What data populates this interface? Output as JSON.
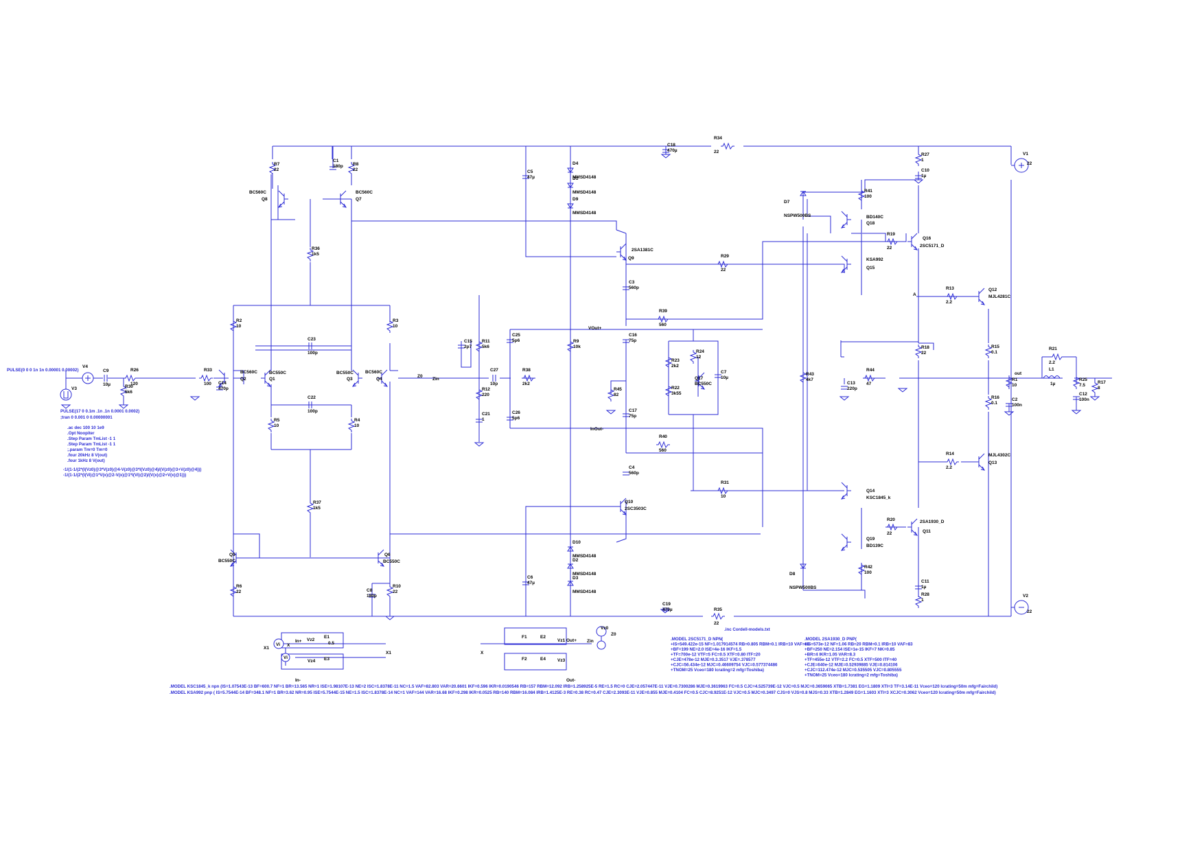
{
  "components": {
    "R7": {
      "ref": "R7",
      "val": "22"
    },
    "R8": {
      "ref": "R8",
      "val": "22"
    },
    "C1": {
      "ref": "C1",
      "val": "180p"
    },
    "Q8": {
      "ref": "Q8",
      "val": "BC560C"
    },
    "Q7": {
      "ref": "Q7",
      "val": "BC560C"
    },
    "R36": {
      "ref": "R36",
      "val": "1k5"
    },
    "R2": {
      "ref": "R2",
      "val": "10"
    },
    "R3": {
      "ref": "R3",
      "val": "10"
    },
    "C23": {
      "ref": "C23",
      "val": "100p"
    },
    "C22": {
      "ref": "C22",
      "val": "100p"
    },
    "Q2": {
      "ref": "Q2",
      "val": "BC560C"
    },
    "Q1": {
      "ref": "Q1",
      "val": "BC550C"
    },
    "Q3": {
      "ref": "Q3",
      "val": "BC550C"
    },
    "Q4": {
      "ref": "Q4",
      "val": "BC560C"
    },
    "R5": {
      "ref": "R5",
      "val": "10"
    },
    "R4": {
      "ref": "R4",
      "val": "10"
    },
    "R37": {
      "ref": "R37",
      "val": "1k5"
    },
    "Q5": {
      "ref": "Q5",
      "val": "BC550C"
    },
    "Q6": {
      "ref": "Q6",
      "val": "BC550C"
    },
    "R6": {
      "ref": "R6",
      "val": "22"
    },
    "R10": {
      "ref": "R10",
      "val": "22"
    },
    "C8": {
      "ref": "C8",
      "val": "180p"
    },
    "V4": {
      "ref": "V4",
      "val": ""
    },
    "V3": {
      "ref": "V3",
      "val": ""
    },
    "C9": {
      "ref": "C9",
      "val": "10µ"
    },
    "R26": {
      "ref": "R26",
      "val": "120"
    },
    "R30": {
      "ref": "R30",
      "val": "5k6"
    },
    "R33": {
      "ref": "R33",
      "val": "100"
    },
    "C14": {
      "ref": "C14",
      "val": "470p"
    },
    "C5": {
      "ref": "C5",
      "val": "47µ"
    },
    "C6": {
      "ref": "C6",
      "val": "47µ"
    },
    "C18": {
      "ref": "C18",
      "val": "470µ"
    },
    "C19": {
      "ref": "C19",
      "val": "470µ"
    },
    "R34": {
      "ref": "R34",
      "val": "22"
    },
    "R35": {
      "ref": "R35",
      "val": "22"
    },
    "D4": {
      "ref": "D4",
      "val": "MMSD4148"
    },
    "D1": {
      "ref": "D1",
      "val": "MMSD4148"
    },
    "D9": {
      "ref": "D9",
      "val": "MMSD4148"
    },
    "D10": {
      "ref": "D10",
      "val": "MMSD4148"
    },
    "D2": {
      "ref": "D2",
      "val": "MMSD4148"
    },
    "D3": {
      "ref": "D3",
      "val": "MMSD4148"
    },
    "Q9": {
      "ref": "Q9",
      "val": "2SA1381C"
    },
    "Q10": {
      "ref": "Q10",
      "val": "2SC3503C"
    },
    "C3": {
      "ref": "C3",
      "val": "560p"
    },
    "C4": {
      "ref": "C4",
      "val": "560p"
    },
    "R39": {
      "ref": "R39",
      "val": "560"
    },
    "R40": {
      "ref": "R40",
      "val": "560"
    },
    "C16": {
      "ref": "C16",
      "val": "75p"
    },
    "C17": {
      "ref": "C17",
      "val": "75p"
    },
    "R45": {
      "ref": "R45",
      "val": "82"
    },
    "R9": {
      "ref": "R9",
      "val": "10k"
    },
    "C15": {
      "ref": "C15",
      "val": "2p7"
    },
    "R11": {
      "ref": "R11",
      "val": "5k6"
    },
    "R12": {
      "ref": "R12",
      "val": "220"
    },
    "C21": {
      "ref": "C21",
      "val": "1"
    },
    "C25": {
      "ref": "C25",
      "val": "5p6"
    },
    "C26": {
      "ref": "C26",
      "val": "5p6"
    },
    "C27": {
      "ref": "C27",
      "val": "10p"
    },
    "R38": {
      "ref": "R38",
      "val": "2k2"
    },
    "R23": {
      "ref": "R23",
      "val": "2k2"
    },
    "R22": {
      "ref": "R22",
      "val": "3k55"
    },
    "R24": {
      "ref": "R24",
      "val": "12"
    },
    "Q17": {
      "ref": "Q17",
      "val": "BC550C"
    },
    "C7": {
      "ref": "C7",
      "val": "10µ"
    },
    "R29": {
      "ref": "R29",
      "val": "22"
    },
    "R31": {
      "ref": "R31",
      "val": "10"
    },
    "D7": {
      "ref": "D7",
      "val": "NSPW500BS"
    },
    "D8": {
      "ref": "D8",
      "val": "NSPW500BS"
    },
    "R43": {
      "ref": "R43",
      "val": "4k7"
    },
    "R41": {
      "ref": "R41",
      "val": "100"
    },
    "R42": {
      "ref": "R42",
      "val": "100"
    },
    "Q18": {
      "ref": "Q18",
      "val": "BD140C"
    },
    "Q19": {
      "ref": "Q19",
      "val": "BD139C"
    },
    "Q15": {
      "ref": "Q15",
      "val": "KSA992"
    },
    "Q14": {
      "ref": "Q14",
      "val": "KSC1845_k"
    },
    "R19": {
      "ref": "R19",
      "val": "22"
    },
    "R20": {
      "ref": "R20",
      "val": "22"
    },
    "Q16": {
      "ref": "Q16",
      "val": "2SC5171_D"
    },
    "Q11": {
      "ref": "Q11",
      "val": "2SA1930_D"
    },
    "R27": {
      "ref": "R27",
      "val": "1"
    },
    "R28": {
      "ref": "R28",
      "val": "1"
    },
    "C10": {
      "ref": "C10",
      "val": "1µ"
    },
    "C11": {
      "ref": "C11",
      "val": "1µ"
    },
    "R18": {
      "ref": "R18",
      "val": "22"
    },
    "R44": {
      "ref": "R44",
      "val": "47"
    },
    "C13": {
      "ref": "C13",
      "val": "220p"
    },
    "R13": {
      "ref": "R13",
      "val": "2.2"
    },
    "R14": {
      "ref": "R14",
      "val": "2.2"
    },
    "Q12": {
      "ref": "Q12",
      "val": "MJL4281C"
    },
    "Q13": {
      "ref": "Q13",
      "val": "MJL4302C"
    },
    "R15": {
      "ref": "R15",
      "val": "0.1"
    },
    "R16": {
      "ref": "R16",
      "val": "0.1"
    },
    "R1": {
      "ref": "R1",
      "val": "10"
    },
    "C2": {
      "ref": "C2",
      "val": "100n"
    },
    "R21": {
      "ref": "R21",
      "val": "2.2"
    },
    "L1": {
      "ref": "L1",
      "val": "1µ"
    },
    "R25": {
      "ref": "R25",
      "val": "7.5"
    },
    "C12": {
      "ref": "C12",
      "val": "100n"
    },
    "R17": {
      "ref": "R17",
      "val": "8"
    },
    "V1": {
      "ref": "V1",
      "val": "22"
    },
    "V2": {
      "ref": "V2",
      "val": "22"
    }
  },
  "nets": {
    "zin": "Zin",
    "z0": "Z0",
    "out": "out",
    "a": "A",
    "vout_plus": "VOut+",
    "in_out": "InOut-",
    "vi": "Vi",
    "vz0": "Vz0",
    "z0_src": "Z0",
    "zin_src": "Zin",
    "x1_left": "X1",
    "x_left": "X",
    "x1_right": "X1",
    "x_right": "X",
    "in_plus": "In+",
    "in_minus": "In-",
    "out_plus": "Out+",
    "out_minus": "Out-",
    "vz1": "Vz1",
    "vz2": "Vz2",
    "vz3": "Vz3",
    "vz4": "Vz4",
    "vi_src": "Vi",
    "vi2": "Vi",
    "v_e1": "E1",
    "v_e2": "E2",
    "v_e3": "E3",
    "v_e4": "E4",
    "f1": "F1",
    "f2": "F2",
    "e_gain": "0.5"
  },
  "directives": {
    "pulse_v4": "PULSE(0 0 0 1n 1n 0.00001 0.00002)",
    "pulse_v3_1": "PULSE(17 0 0.1m .1n .1n 0.0001 0.0002)",
    "pulse_v3_2": ";tran 0 0.001 0 0.00000001",
    "ac": ".ac dec 100 10 1e9",
    "opt": ".Opt Noopiter",
    "step1": ".Step Param TmList -1 1",
    "step2": ".Step Param TmList -1 1",
    "param": ";.param Tm=0 Tm=0",
    "four1": ".four 20kHz 8 V(out)",
    "four2": ".four 1kHz 8 V(out)",
    "meas1": "-1/(1-1/(2*(I(Vz0)@3*V(z0)@4-V(z0)@3*I(Vz0)@4)/(V(z0)@3+V(z0)@4)))",
    "meas2": "-1/(1-1/(2*(I(Vi)@1*V(x)@2-V(x)@1*I(Vi)@2)/(V(x)@2+V(x)@1)))",
    "inc": ".inc Cordell-models.txt",
    "model_npn": [
      ".MODEL 2SC5171_D NPN(",
      "+IS=549.422e-15 NF=1.017914574 RB=0.805 RBM=0.1 IRB=10 VAF=83",
      "+BF=199 NE=2.0 ISE=4e-16 IKF=1.5",
      "+TF=700e-12 VTF=5 FC=0.5 XTF=0.80 ITF=20",
      "+CJE=478e-12 MJE=0.3.3517 VJE=.378577",
      "+CJC=56.434e-12 MJC=0.46609754 VJC=0.577374486",
      "+TNOM=25 Vceo=180 Icrating=2 mfg=Toshiba)"
    ],
    "model_pnp": [
      ".MODEL 2SA1930_D PNP(",
      "+IS=573e-12 NF=1.06 RB=20 RBM=0.1 IRB=10 VAF=83",
      "+BF=250 NE=2.154 ISE=1e-15 IKF=7 NK=0.85",
      "+BR=4 IKR=1.05 VAR=8.3",
      "+TF=455e-12 VTF=2.2 FC=0.5 XTF=500 ITF=40",
      "+CJE=640e-12 MJE=0.52939885 VJE=0.814106",
      "+CJC=112.474e-12 MJC=0.535505 VJC=0.805555",
      "+TNOM=25 Vceo=180 Icrating=2 mfg=Toshiba)"
    ],
    "model_ksc": ".MODEL KSC1845_k npn (IS=1.07543E-13 BF=600.7 NF=1 BR=13.565 NR=1 ISE=1.98107E-13 NE=2 ISC=1.8378E-11 NC=1.5 VAF=82.803 VAR=20.6601 IKF=0.596 IKR=0.0190546 RB=157 RBM=12.092 IRB=1.258925E-5 RE=1.5 RC=0 CJE=2.057447E-11 VJE=0.7300286 MJE=0.3619963 FC=0.5 CJC=4.525739E-12 VJC=0.5 MJC=0.3659065 XTB=1.7381 EG=1.1809 XTI=3 TF=3.14E-11 Vceo=120 Icrating=50m mfg=Fairchild)",
    "model_ksa": ".MODEL KSA992 pnp ( IS=5.7544E-14 BF=348.1 NF=1 BR=3.62 NR=0.95 ISE=5.7544E-15 NE=1.5 ISC=1.8378E-14 NC=1 VAF=144 VAR=16.68 IKF=0.298 IKR=0.0525 RB=140 RBM=16.084 IRB=1.4125E-3 RE=0.38 RC=0.47 CJE=2.3093E-11 VJE=0.855 MJE=0.4104 FC=0.5 CJC=8.9251E-12 VJC=0.5 MJC=0.3497 CJS=0 VJS=0.8 MJS=0.33 XTB=1.2849 EG=1.1603 XTI=3 XCJC=0.3062 Vceo=120 Icrating=50m mfg=Fairchild)"
  },
  "colors": {
    "wire": "#2a2ad4",
    "text": "#000000",
    "directive": "#2a2ad4"
  }
}
